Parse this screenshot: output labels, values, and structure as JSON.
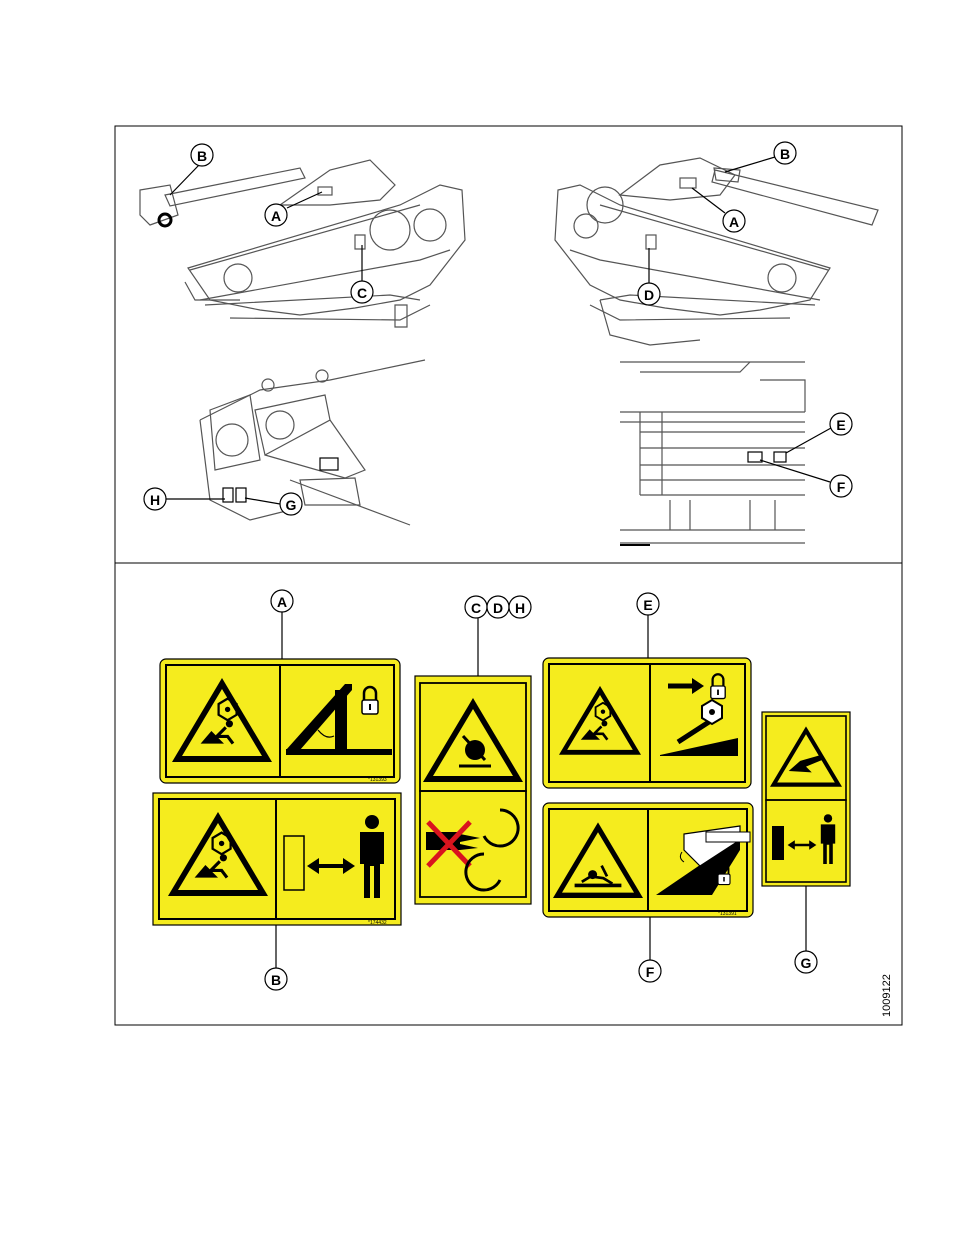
{
  "figure": {
    "id_label": "1009122",
    "colors": {
      "decal_yellow": "#f5ec1e",
      "line": "#000000",
      "machine_line": "#555555",
      "prohibit_red": "#d9141e"
    }
  },
  "callouts": {
    "top_left_B": "B",
    "top_left_A": "A",
    "top_left_C": "C",
    "top_right_B": "B",
    "top_right_A": "A",
    "top_right_D": "D",
    "mid_left_H": "H",
    "mid_left_G": "G",
    "mid_right_E": "E",
    "mid_right_F": "F",
    "decal_A": "A",
    "decal_B": "B",
    "decal_CDH_c": "C",
    "decal_CDH_d": "D",
    "decal_CDH_h": "H",
    "decal_E": "E",
    "decal_F": "F",
    "decal_G": "G"
  },
  "decals": {
    "A": {
      "part_number": "*131393"
    },
    "B": {
      "part_number": "*174432"
    },
    "CDH": {
      "part_number": ""
    },
    "E": {
      "part_number": ""
    },
    "F": {
      "part_number": "*131391"
    },
    "G": {
      "part_number": ""
    }
  },
  "icons": {
    "warning": "warning-triangle-icon",
    "lock": "padlock-icon",
    "person": "person-icon",
    "distance": "double-arrow-icon",
    "no_hand": "prohibited-hand-icon"
  }
}
